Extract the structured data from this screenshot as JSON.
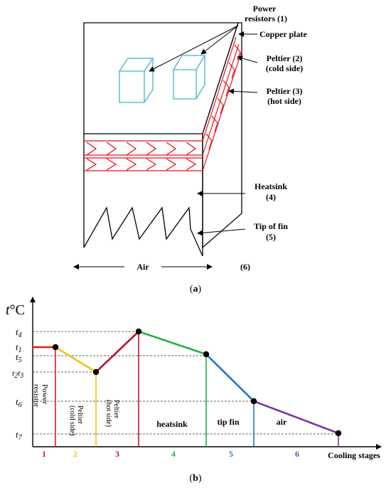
{
  "labels": {
    "power_resistors_line1": "Power",
    "power_resistors_line2": "resistors (1)",
    "copper_plate": "Copper plate",
    "peltier2_line1": "Peltier (2)",
    "peltier2_line2": "(cold side)",
    "peltier3_line1": "Peltier (3)",
    "peltier3_line2": "(hot side)",
    "heatsink_line1": "Heatsink",
    "heatsink_line2": "(4)",
    "tip_line1": "Tip of fin",
    "tip_line2": "(5)",
    "air": "Air",
    "six": "(6)"
  },
  "captions": {
    "a_open": "(",
    "a": "a",
    "a_close": ")",
    "b_open": "(",
    "b": "b",
    "b_close": ")"
  },
  "axis": {
    "y_label_t": "t",
    "y_label_deg": "°C",
    "x_label": "Cooling stages"
  },
  "colors": {
    "power_resistor": "#e31b23",
    "peltier_cold": "#f2c314",
    "peltier_hot": "#c0122a",
    "heatsink": "#1fb04b",
    "tip_fin": "#1877c9",
    "air": "#7a3aa0",
    "resistor_block": "#3fb6c9",
    "peltier_zigzag": "#e8101c"
  },
  "chart_data": {
    "type": "line",
    "title": "",
    "xlabel": "Cooling stages",
    "ylabel": "t°C",
    "y_ticks": [
      {
        "name": "t4",
        "base": "t",
        "sub": "4"
      },
      {
        "name": "t1",
        "base": "t",
        "sub": "1"
      },
      {
        "name": "t5",
        "base": "t",
        "sub": "5"
      },
      {
        "name": "t2t3",
        "base": "t",
        "sub": "2",
        "base2": "t",
        "sub2": "3"
      },
      {
        "name": "t6",
        "base": "t",
        "sub": "6"
      },
      {
        "name": "t7",
        "base": "t",
        "sub": "7"
      }
    ],
    "stages": [
      {
        "number": "1",
        "region": [
          "Power",
          "resistor"
        ],
        "color": "#e31b23"
      },
      {
        "number": "2",
        "region": [
          "Peltier",
          "(cold side)"
        ],
        "color": "#f2c314"
      },
      {
        "number": "3",
        "region": [
          "Peltier",
          "(hot side)"
        ],
        "color": "#c0122a"
      },
      {
        "number": "4",
        "region": [
          "heatsink"
        ],
        "color": "#1fb04b"
      },
      {
        "number": "5",
        "region": [
          "tip fin"
        ],
        "color": "#1877c9"
      },
      {
        "number": "6",
        "region": [
          "air"
        ],
        "color": "#7a3aa0"
      }
    ],
    "points": [
      {
        "label": "t1",
        "stage": 1,
        "temp": "t1"
      },
      {
        "label": "t2t3",
        "stage": 2,
        "temp": "t2t3"
      },
      {
        "label": "t4",
        "stage": 3,
        "temp": "t4"
      },
      {
        "label": "t5",
        "stage": 4,
        "temp": "t5"
      },
      {
        "label": "t6",
        "stage": 5,
        "temp": "t6"
      },
      {
        "label": "t7",
        "stage": 6,
        "temp": "t7"
      }
    ]
  }
}
